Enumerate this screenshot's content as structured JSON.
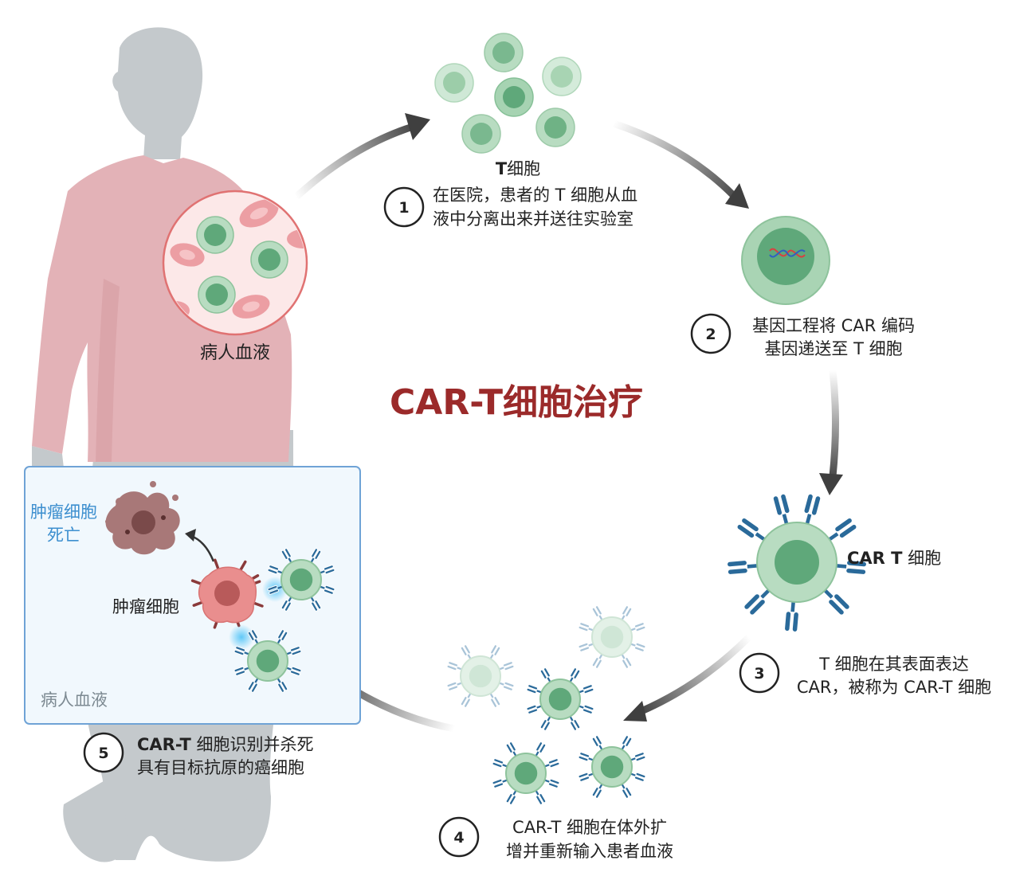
{
  "title": "CAR-T细胞治疗",
  "patient": {
    "blood_label": "病人血液"
  },
  "steps": [
    {
      "number": "1",
      "heading_bold": "T",
      "heading_rest": "细胞",
      "line1": "在医院，患者的 T 细胞从血",
      "line2": "液中分离出来并送往实验室"
    },
    {
      "number": "2",
      "line1": "基因工程将 CAR 编码",
      "line2": "基因递送至 T 细胞"
    },
    {
      "number": "3",
      "heading_bold": "CAR T",
      "heading_rest": " 细胞",
      "line1": "T 细胞在其表面表达",
      "line2": "CAR，被称为 CAR-T 细胞"
    },
    {
      "number": "4",
      "line1": "CAR-T 细胞在体外扩",
      "line2": "增并重新输入患者血液"
    },
    {
      "number": "5",
      "line1_bold": "CAR-T",
      "line1_rest": " 细胞识别并杀死",
      "line2": "具有目标抗原的癌细胞"
    }
  ],
  "inset": {
    "tumor_death_line1": "肿瘤细胞",
    "tumor_death_line2": "死亡",
    "tumor_cell": "肿瘤细胞",
    "blood_label": "病人血液"
  },
  "colors": {
    "title": "#9b2a2a",
    "arrow": "#3f3f3f",
    "t_cell_outer": "#b8dcc1",
    "t_cell_nucleus": "#5fa87a",
    "receptor": "#2a6a9a",
    "tumor": "#e98e8e",
    "dead_tumor": "#a87878",
    "inset_bg": "#f1f8fd",
    "inset_border": "#6fa3d6",
    "inset_accent_text": "#3d8fcf"
  }
}
